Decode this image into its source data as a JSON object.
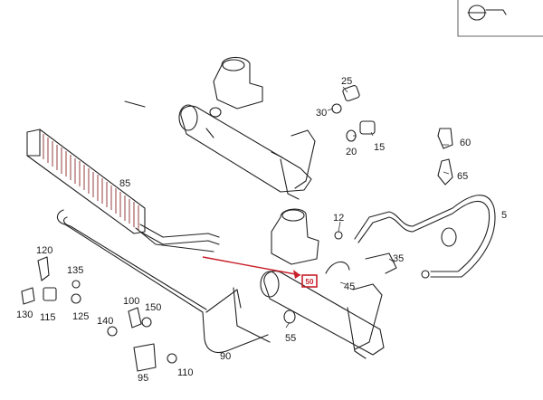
{
  "callouts": {
    "c5": "5",
    "c12": "12",
    "c15": "15",
    "c20": "20",
    "c25": "25",
    "c30": "30",
    "c35": "35",
    "c45": "45",
    "c55": "55",
    "c60": "60",
    "c65": "65",
    "c85": "85",
    "c90": "90",
    "c95": "95",
    "c100": "100",
    "c110": "110",
    "c115": "115",
    "c120": "120",
    "c125": "125",
    "c130": "130",
    "c135": "135",
    "c140": "140",
    "c150": "150"
  },
  "highlight": {
    "label": "50",
    "color": "#c8202a"
  }
}
